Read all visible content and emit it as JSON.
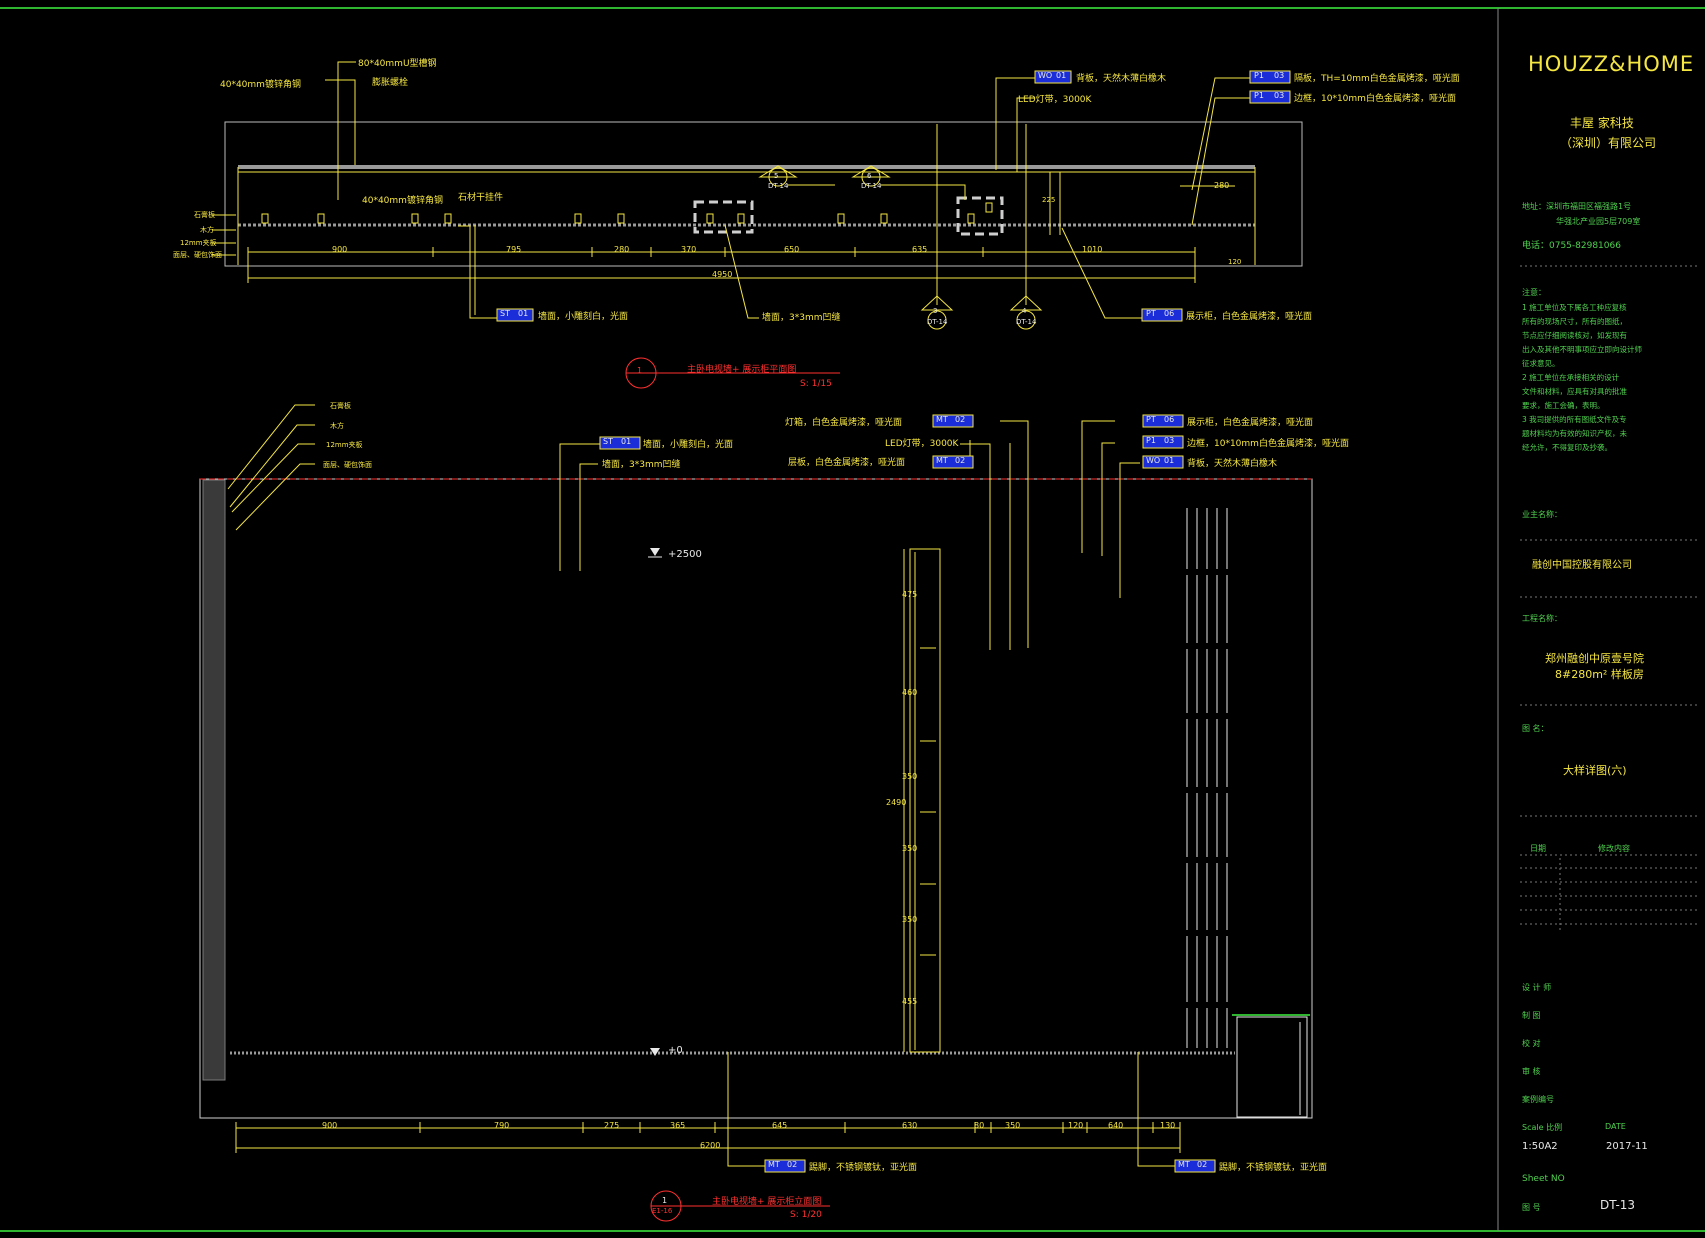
{
  "titleblock": {
    "brand": "HOUZZ&HOME",
    "company_line1": "丰屋 家科技",
    "company_line2": "（深圳）有限公司",
    "address_line1": "地址：深圳市福田区福强路1号",
    "address_line2": "华强北产业园5层709室",
    "phone": "电话：0755-82981066",
    "notes_label": "注意：",
    "notes": [
      "1  施工单位及下属各工种应复核",
      "所有的现场尺寸，所有的图纸，",
      "节点应仔细阅读核对，如发现有",
      "出入及其他不明事项应立即向设计师",
      "征求意见。",
      "2  施工单位在承接相关的设计",
      "文件和材料，应具有对具的批准",
      "要求，施工会确，表明。",
      "3  我司提供的所有图纸文件及专",
      "题材料均为有效的知识产权，未",
      "经允许，不得复印及抄袭。"
    ],
    "client_label": "业主名称：",
    "client": "融创中国控股有限公司",
    "project_label": "工程名称：",
    "project_line1": "郑州融创中原壹号院",
    "project_line2": "8#280m² 样板房",
    "drawing_label": "图  名：",
    "drawing_title": "大样详图(六)",
    "rev_date_label": "日期",
    "rev_content_label": "修改内容",
    "sign_labels": [
      "设 计 师",
      "制    图",
      "校    对",
      "审    核",
      "案例编号"
    ],
    "scale_label": "Scale  比例",
    "date_label": "DATE",
    "scale": "1:50A2",
    "date": "2017-11",
    "sheet_label": "Sheet NO",
    "sheet_sub": "图    号",
    "sheet_no": "DT-13"
  },
  "plan": {
    "title": "主卧电视墙+ 展示柜平面图",
    "scale": "S: 1/15",
    "marker": "1",
    "dims": [
      "900",
      "795",
      "280",
      "370",
      "650",
      "635",
      "1010"
    ],
    "total": "4950",
    "side_dims": [
      "280",
      "225",
      "120"
    ],
    "left_labels": [
      "石膏板",
      "木方",
      "12mm夹板",
      "面层、硬包饰面"
    ],
    "top_labels": [
      "40*40mm镀锌角钢",
      "80*40mmU型槽钢",
      "膨胀螺栓",
      "40*40mm镀锌角钢",
      "石材干挂件"
    ],
    "callouts": [
      {
        "code": "WO",
        "num": "01",
        "text": "背板，天然木薄白橡木"
      },
      {
        "code": "P1",
        "num": "03",
        "text": "隔板，TH=10mm白色金属烤漆，哑光面"
      },
      {
        "code": "P1",
        "num": "03",
        "text": "边框，10*10mm白色金属烤漆，哑光面"
      },
      {
        "code": "",
        "num": "",
        "text": "LED灯带，3000K"
      },
      {
        "code": "ST",
        "num": "01",
        "text": "墙面，小雕刻白，光面"
      },
      {
        "code": "",
        "num": "",
        "text": "墙面，3*3mm凹缝"
      },
      {
        "code": "PT",
        "num": "06",
        "text": "展示柜，白色金属烤漆，哑光面"
      }
    ],
    "section_markers": [
      {
        "num": "5",
        "ref": "DT-14"
      },
      {
        "num": "6",
        "ref": "DT-14"
      },
      {
        "num": "3",
        "ref": "DT-14"
      },
      {
        "num": "4",
        "ref": "DT-14"
      }
    ]
  },
  "elevation": {
    "title": "主卧电视墙+ 展示柜立面图",
    "scale": "S: 1/20",
    "marker": "1",
    "marker_ref": "E1-16",
    "level_top": "+2500",
    "level_bottom": "+0",
    "dims": [
      "900",
      "790",
      "275",
      "365",
      "645",
      "630",
      "80",
      "350",
      "120",
      "640",
      "130"
    ],
    "total": "6200",
    "height_total": "2490",
    "height_dims": [
      "475",
      "460",
      "350",
      "350",
      "350",
      "455"
    ],
    "left_labels": [
      "石膏板",
      "木方",
      "12mm夹板",
      "面层、硬包饰面"
    ],
    "callouts": [
      {
        "code": "ST",
        "num": "01",
        "text": "墙面，小雕刻白，光面"
      },
      {
        "code": "",
        "num": "",
        "text": "墙面，3*3mm凹缝"
      },
      {
        "code": "",
        "num": "",
        "text": "灯箱，白色金属烤漆，哑光面"
      },
      {
        "code": "MT",
        "num": "02",
        "text": ""
      },
      {
        "code": "",
        "num": "",
        "text": "LED灯带，3000K"
      },
      {
        "code": "",
        "num": "",
        "text": "层板，白色金属烤漆，哑光面"
      },
      {
        "code": "MT",
        "num": "02",
        "text": ""
      },
      {
        "code": "PT",
        "num": "06",
        "text": "展示柜，白色金属烤漆，哑光面"
      },
      {
        "code": "P1",
        "num": "03",
        "text": "边框，10*10mm白色金属烤漆，哑光面"
      },
      {
        "code": "WO",
        "num": "01",
        "text": "背板，天然木薄白橡木"
      },
      {
        "code": "MT",
        "num": "02",
        "text": "踢脚，不锈钢镀钛，亚光面"
      },
      {
        "code": "MT",
        "num": "02",
        "text": "踢脚，不锈钢镀钛，亚光面"
      }
    ]
  },
  "colors": {
    "frame": "#2fb52f",
    "line": "#f5e642",
    "accent": "#ff3030",
    "tag": "#1a2dd8",
    "grey": "#9a9a9a"
  }
}
